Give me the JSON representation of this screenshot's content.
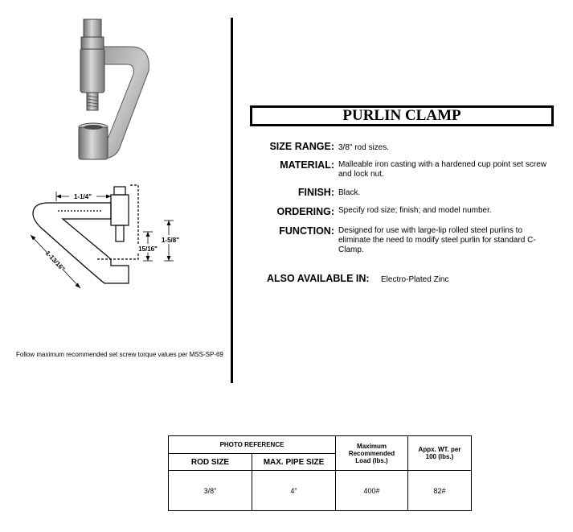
{
  "product": {
    "title": "PURLIN CLAMP"
  },
  "specs": [
    {
      "label": "SIZE  RANGE:",
      "value": "3/8\" rod sizes."
    },
    {
      "label": "MATERIAL:",
      "value": "Malleable iron casting with a hardened cup point set screw and lock nut."
    },
    {
      "label": "FINISH:",
      "value": "Black."
    },
    {
      "label": "ORDERING:",
      "value": "Specify rod size; finish; and model number."
    },
    {
      "label": "FUNCTION:",
      "value": "Designed for use with large-lip rolled steel purlins to eliminate the need to modify steel purlin for standard C-Clamp."
    }
  ],
  "also_available": {
    "label": "ALSO AVAILABLE IN:",
    "value": "Electro-Plated Zinc"
  },
  "note": "Follow maximum recommended set screw torque values per MSS-SP-69",
  "dimensions": {
    "width": "1-1/4\"",
    "height": "1-5/8\"",
    "gap": "15/16\"",
    "diagonal": "1-13/16\""
  },
  "table": {
    "photo_reference": "PHOTO  REFERENCE",
    "col_rod_size": "ROD SIZE",
    "col_max_pipe": "MAX. PIPE SIZE",
    "col_max_load": "Maximum Recommended Load (lbs.)",
    "col_weight": "Appx. WT. per 100 (lbs.)",
    "rows": [
      {
        "rod_size": "3/8\"",
        "max_pipe": "4\"",
        "load": "400#",
        "weight": "82#"
      }
    ]
  }
}
